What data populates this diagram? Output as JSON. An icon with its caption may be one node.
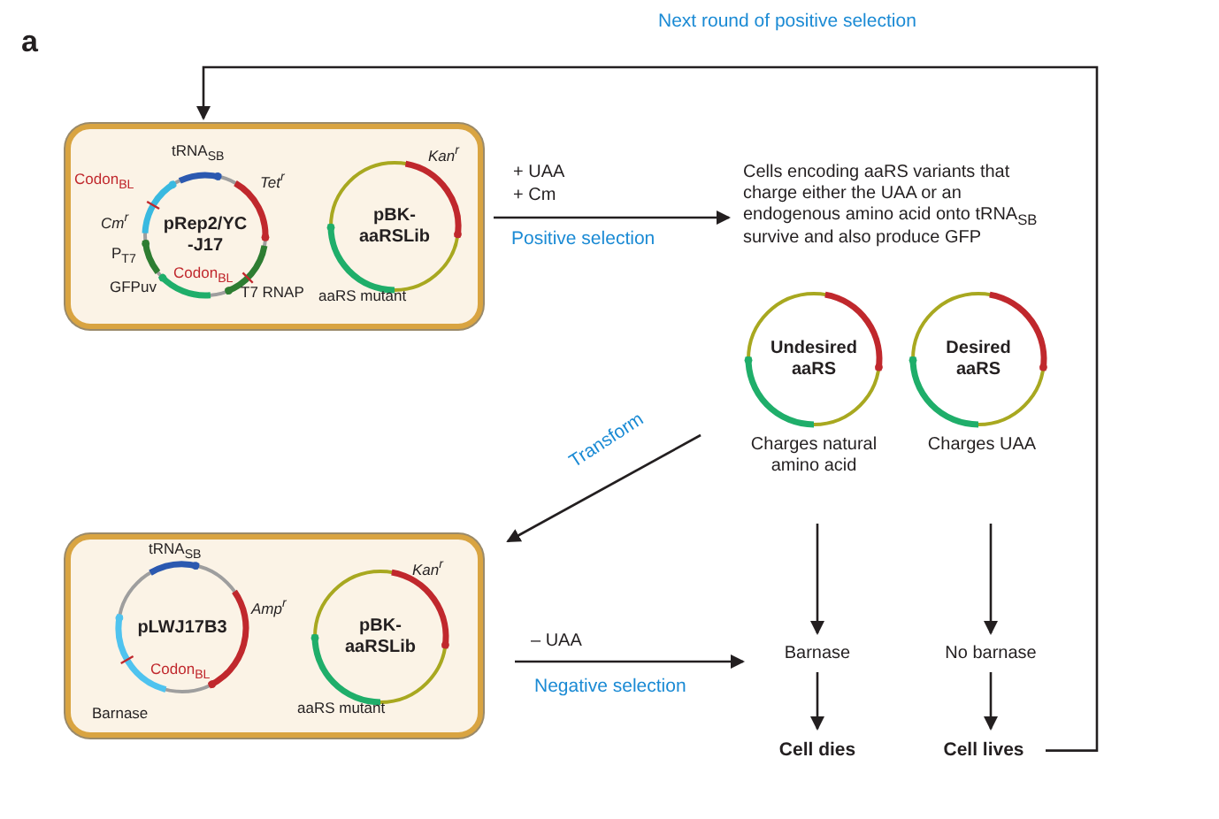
{
  "diagram": {
    "nodes": [
      {
        "text": [],
        "shape": "box"
      },
      {
        "text": [
          "pRep2/YC-J17",
          "Codon$_{BL}$"
        ],
        "in": 0,
        "beside": [
          "tRNA$_{SB}$",
          "Tet$^{r}$",
          "Codon$_{BL}$",
          "Cm$^{r}$",
          "P$_{T7}$",
          "GFPuv",
          "T7 RNAP"
        ]
      },
      {
        "text": [
          "pBK-aaRSLib"
        ],
        "in": 0,
        "beside": [
          "Kan$^{r}$",
          "aaRS mutant"
        ]
      },
      {
        "text": [
          "Cells encoding aaRS variants that charge either the UAA or an endogenous amino acid onto tRNA$_{SB}$ survive and also produce GFP"
        ]
      },
      {
        "text": [
          "Undesired aaRS"
        ],
        "beside": [
          "Charges natural amino acid"
        ]
      },
      {
        "text": [
          "Desired aaRS"
        ],
        "beside": [
          "Charges UAA"
        ]
      },
      {
        "text": [],
        "shape": "box"
      },
      {
        "text": [
          "pLWJ17B3",
          "Codon$_{BL}$"
        ],
        "in": 6,
        "beside": [
          "tRNA$_{SB}$",
          "Amp$^{r}$",
          "Barnase"
        ]
      },
      {
        "text": [
          "pBK-aaRSLib"
        ],
        "in": 6,
        "beside": [
          "Kan$^{r}$",
          "aaRS mutant"
        ]
      },
      {
        "text": [
          "Barnase"
        ]
      },
      {
        "text": [
          "No barnase"
        ]
      },
      {
        "text": [
          "Cell dies"
        ]
      },
      {
        "text": [
          "Cell lives"
        ]
      }
    ],
    "edges": [
      {
        "from": 0,
        "to": 3,
        "arrow": "to",
        "label": "Positive selection"
      },
      {
        "from": 4,
        "to": 6,
        "arrow": "to",
        "label": "Transform"
      },
      {
        "from": 6,
        "to": 9,
        "arrow": "to",
        "label": "Negative selection"
      },
      {
        "from": 4,
        "to": 9,
        "arrow": "to"
      },
      {
        "from": 5,
        "to": 10,
        "arrow": "to"
      },
      {
        "from": 9,
        "to": 11,
        "arrow": "to"
      },
      {
        "from": 10,
        "to": 12,
        "arrow": "to"
      },
      {
        "from": 12,
        "to": 0,
        "arrow": "to",
        "label": "Next round of positive selection"
      }
    ],
    "labels": [
      "a",
      "+ UAA + Cm",
      "– UAA"
    ]
  }
}
